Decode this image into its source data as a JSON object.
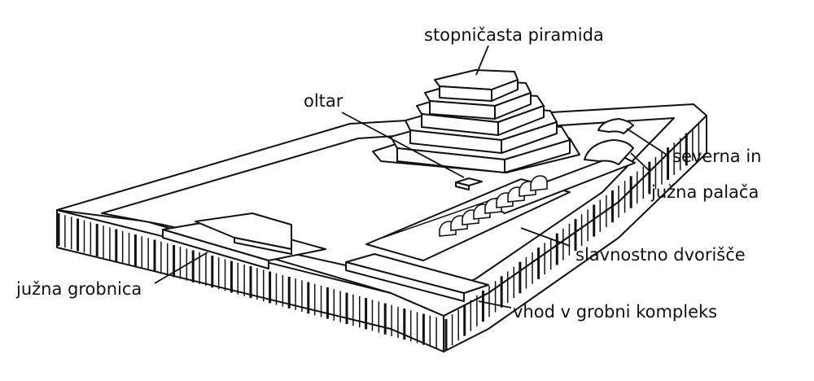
{
  "labels": {
    "pyramid": "stopničasta piramida",
    "altar": "oltar",
    "palaces_line1": "severna in",
    "palaces_line2": "južna palača",
    "courtyard": "slavnostno dvorišče",
    "south_tomb": "južna grobnica",
    "entrance": "vhod v grobni kompleks"
  },
  "colors": {
    "ink": "#111111",
    "paper": "#ffffff"
  }
}
